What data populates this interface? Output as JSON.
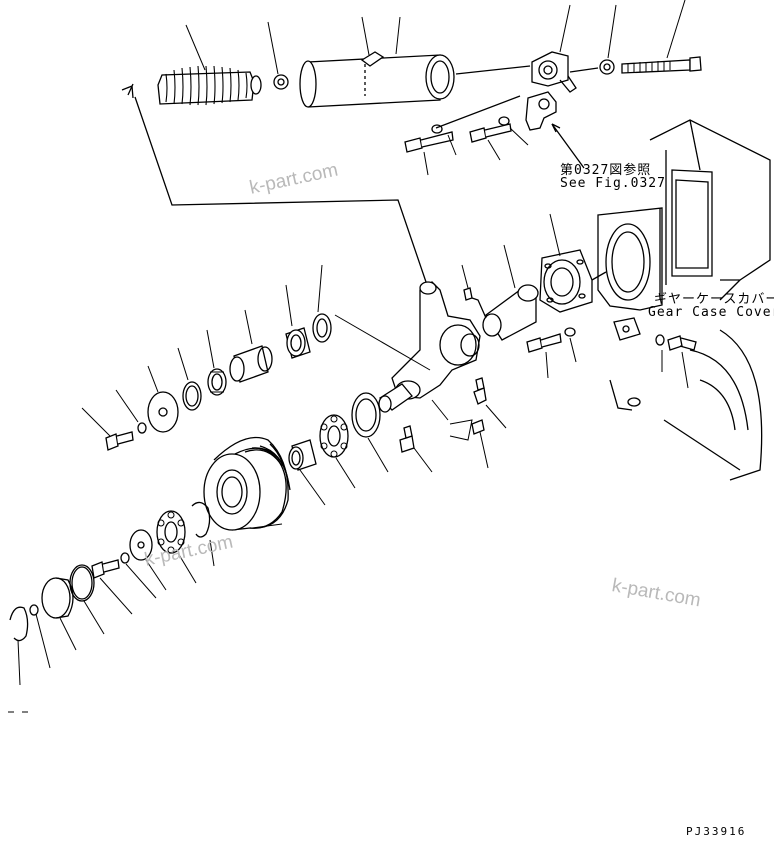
{
  "references": {
    "fig_ref_jp": "第0327図参照",
    "fig_ref_en": "See Fig.0327",
    "gear_case_jp": "ギヤーケースカバー",
    "gear_case_en": "Gear Case Cover"
  },
  "watermarks": [
    "k-part.com",
    "k-part.com",
    "k-part.com"
  ],
  "drawing_code": "PJ33916",
  "colors": {
    "ink": "#000000",
    "watermark": "#b9b9b9",
    "paper": "#ffffff"
  }
}
